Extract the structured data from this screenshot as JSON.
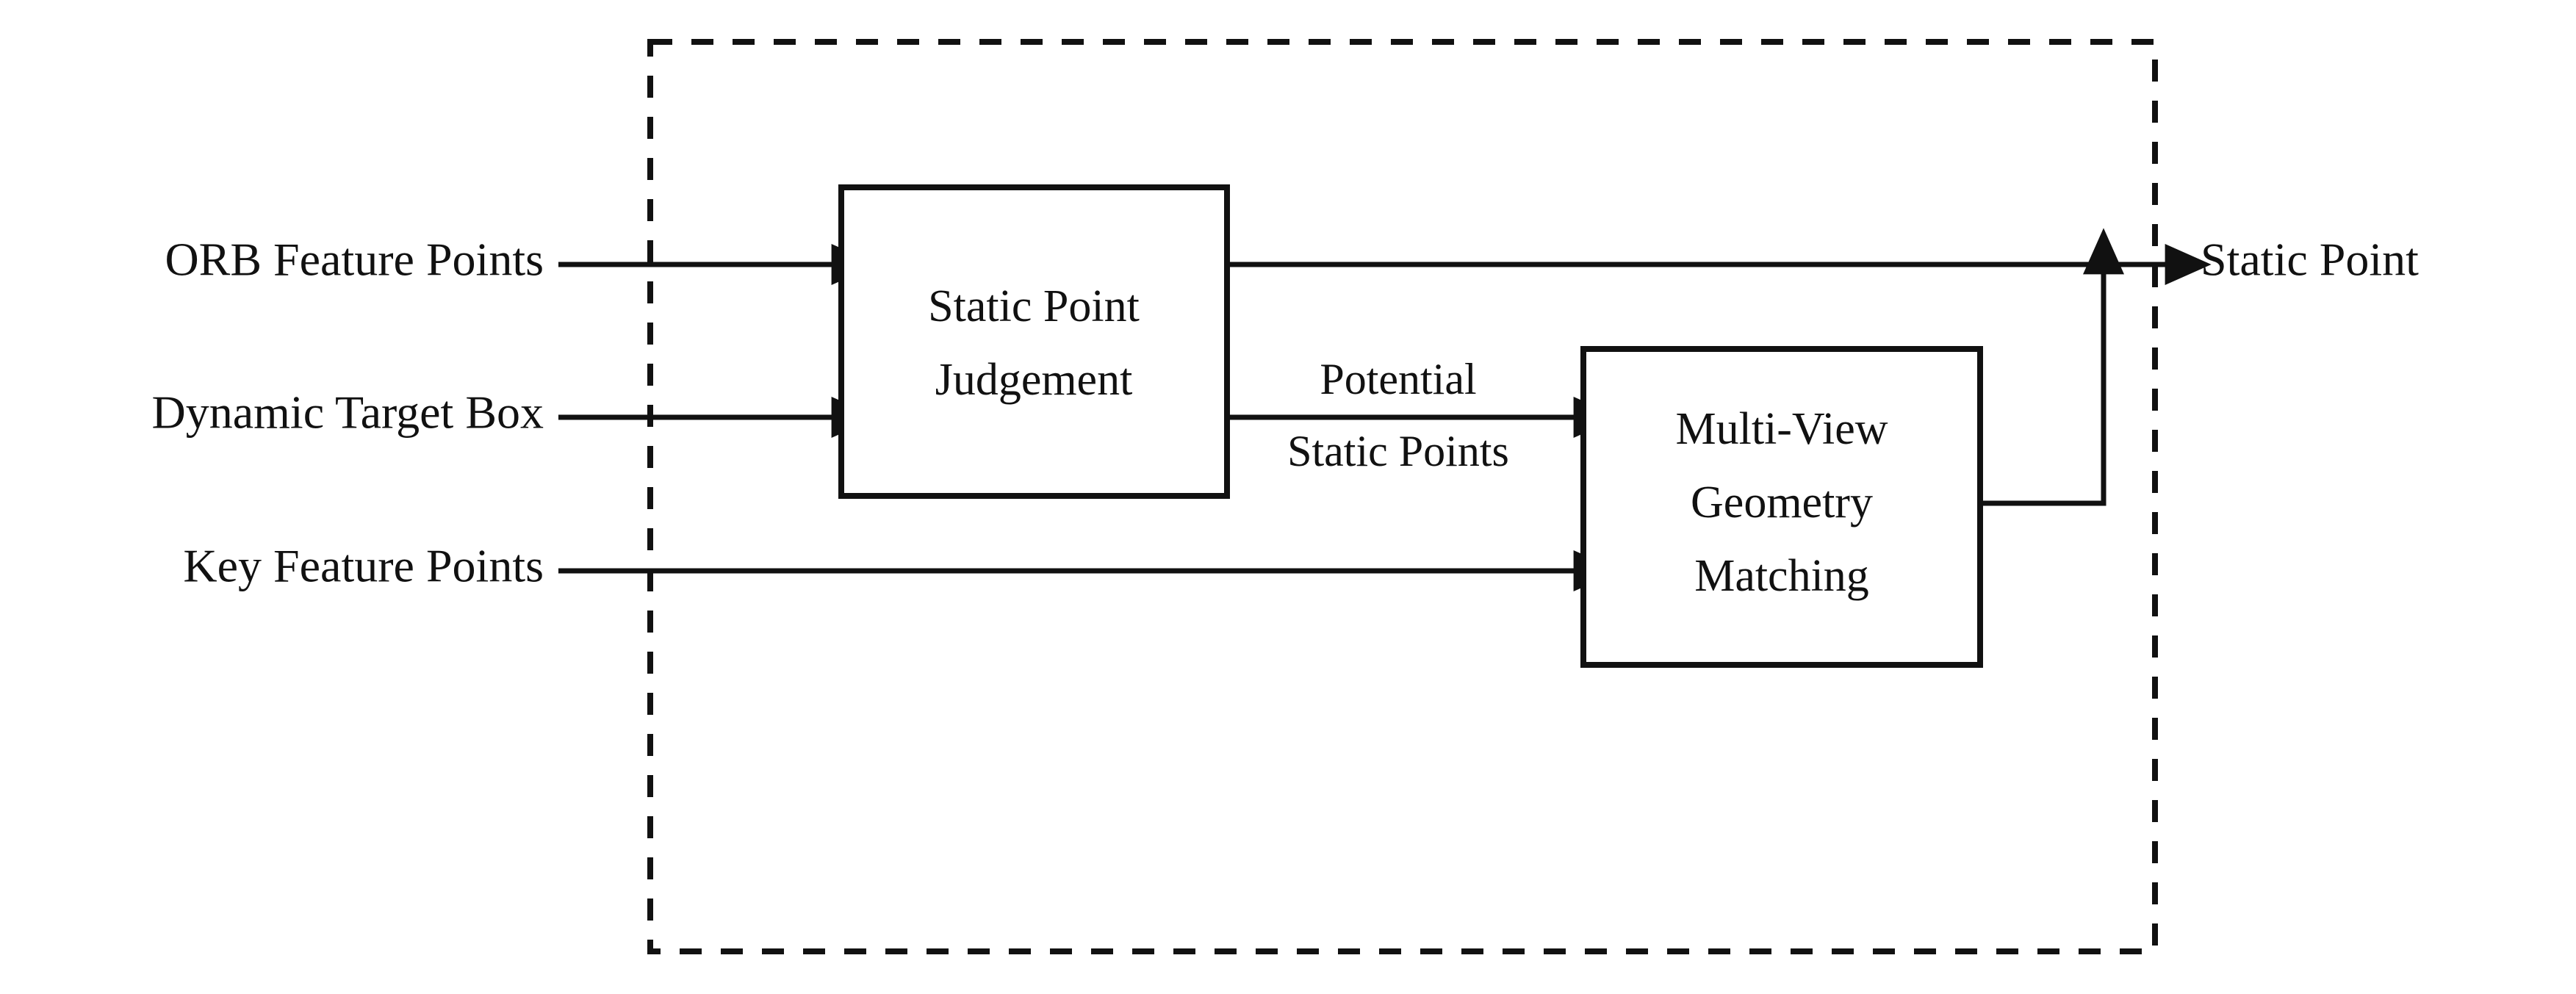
{
  "figure": {
    "type": "flowchart",
    "background_color": "#ffffff",
    "line_color": "#111111",
    "title": "",
    "container": {
      "name": "dashed-module-boundary",
      "style": "dashed"
    },
    "inputs": [
      {
        "id": "orb",
        "label": "ORB Feature Points",
        "target": "static-point-judgement"
      },
      {
        "id": "dynbox",
        "label": "Dynamic Target Box",
        "target": "static-point-judgement"
      },
      {
        "id": "keypts",
        "label": "Key Feature Points",
        "target": "multi-view-geometry-matching"
      }
    ],
    "nodes": [
      {
        "id": "static-point-judgement",
        "label_lines": [
          "Static Point",
          "Judgement"
        ],
        "shape": "rectangle"
      },
      {
        "id": "multi-view-geometry-matching",
        "label_lines": [
          "Multi-View",
          "Geometry",
          "Matching"
        ],
        "shape": "rectangle"
      }
    ],
    "edge_labels": [
      {
        "id": "potential-static-points",
        "lines": [
          "Potential",
          "Static Points"
        ],
        "from": "static-point-judgement",
        "to": "multi-view-geometry-matching"
      }
    ],
    "outputs": [
      {
        "id": "static-point",
        "label": "Static Point",
        "from": "static-point-judgement"
      }
    ]
  }
}
